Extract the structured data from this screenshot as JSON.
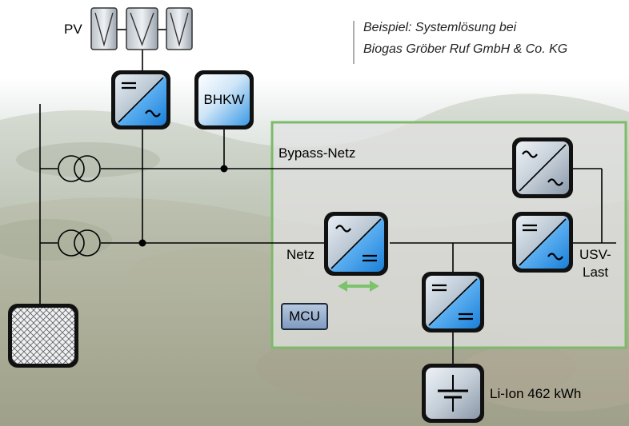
{
  "caption": {
    "line1": "Beispiel: Systemlösung bei",
    "line2": "Biogas Gröber Ruf GmbH & Co. KG"
  },
  "labels": {
    "pv": "PV",
    "bhkw": "BHKW",
    "bypass": "Bypass-Netz",
    "netz": "Netz",
    "usv_line1": "USV-",
    "usv_line2": "Last",
    "mcu": "MCU",
    "battery": "Li-Ion 462 kWh"
  },
  "colors": {
    "system_frame": "#7dba6a",
    "bidirectional_arrow": "#7dc36b",
    "device_blue": "#1e88e5",
    "line": "#000000"
  }
}
